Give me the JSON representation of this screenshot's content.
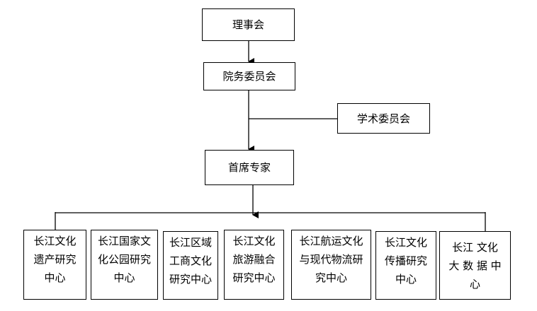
{
  "diagram": {
    "top": "理事会",
    "council": "院务委员会",
    "academic": "学术委员会",
    "chief": "首席专家",
    "centers": [
      {
        "lines": [
          "长江文化",
          "遗产研究",
          "中心"
        ]
      },
      {
        "lines": [
          "长江国家文",
          "化公园研究",
          "中心"
        ]
      },
      {
        "lines": [
          "长江区域",
          "工商文化",
          "研究中心"
        ]
      },
      {
        "lines": [
          "长江文化",
          "旅游融合",
          "研究中心"
        ]
      },
      {
        "lines": [
          "长江航运文化",
          "与现代物流研",
          "究中心"
        ]
      },
      {
        "lines": [
          "长江文化",
          "传播研究",
          "中心"
        ]
      },
      {
        "lines": [
          "长江 文化",
          "大 数 据 中",
          "心"
        ]
      }
    ]
  }
}
